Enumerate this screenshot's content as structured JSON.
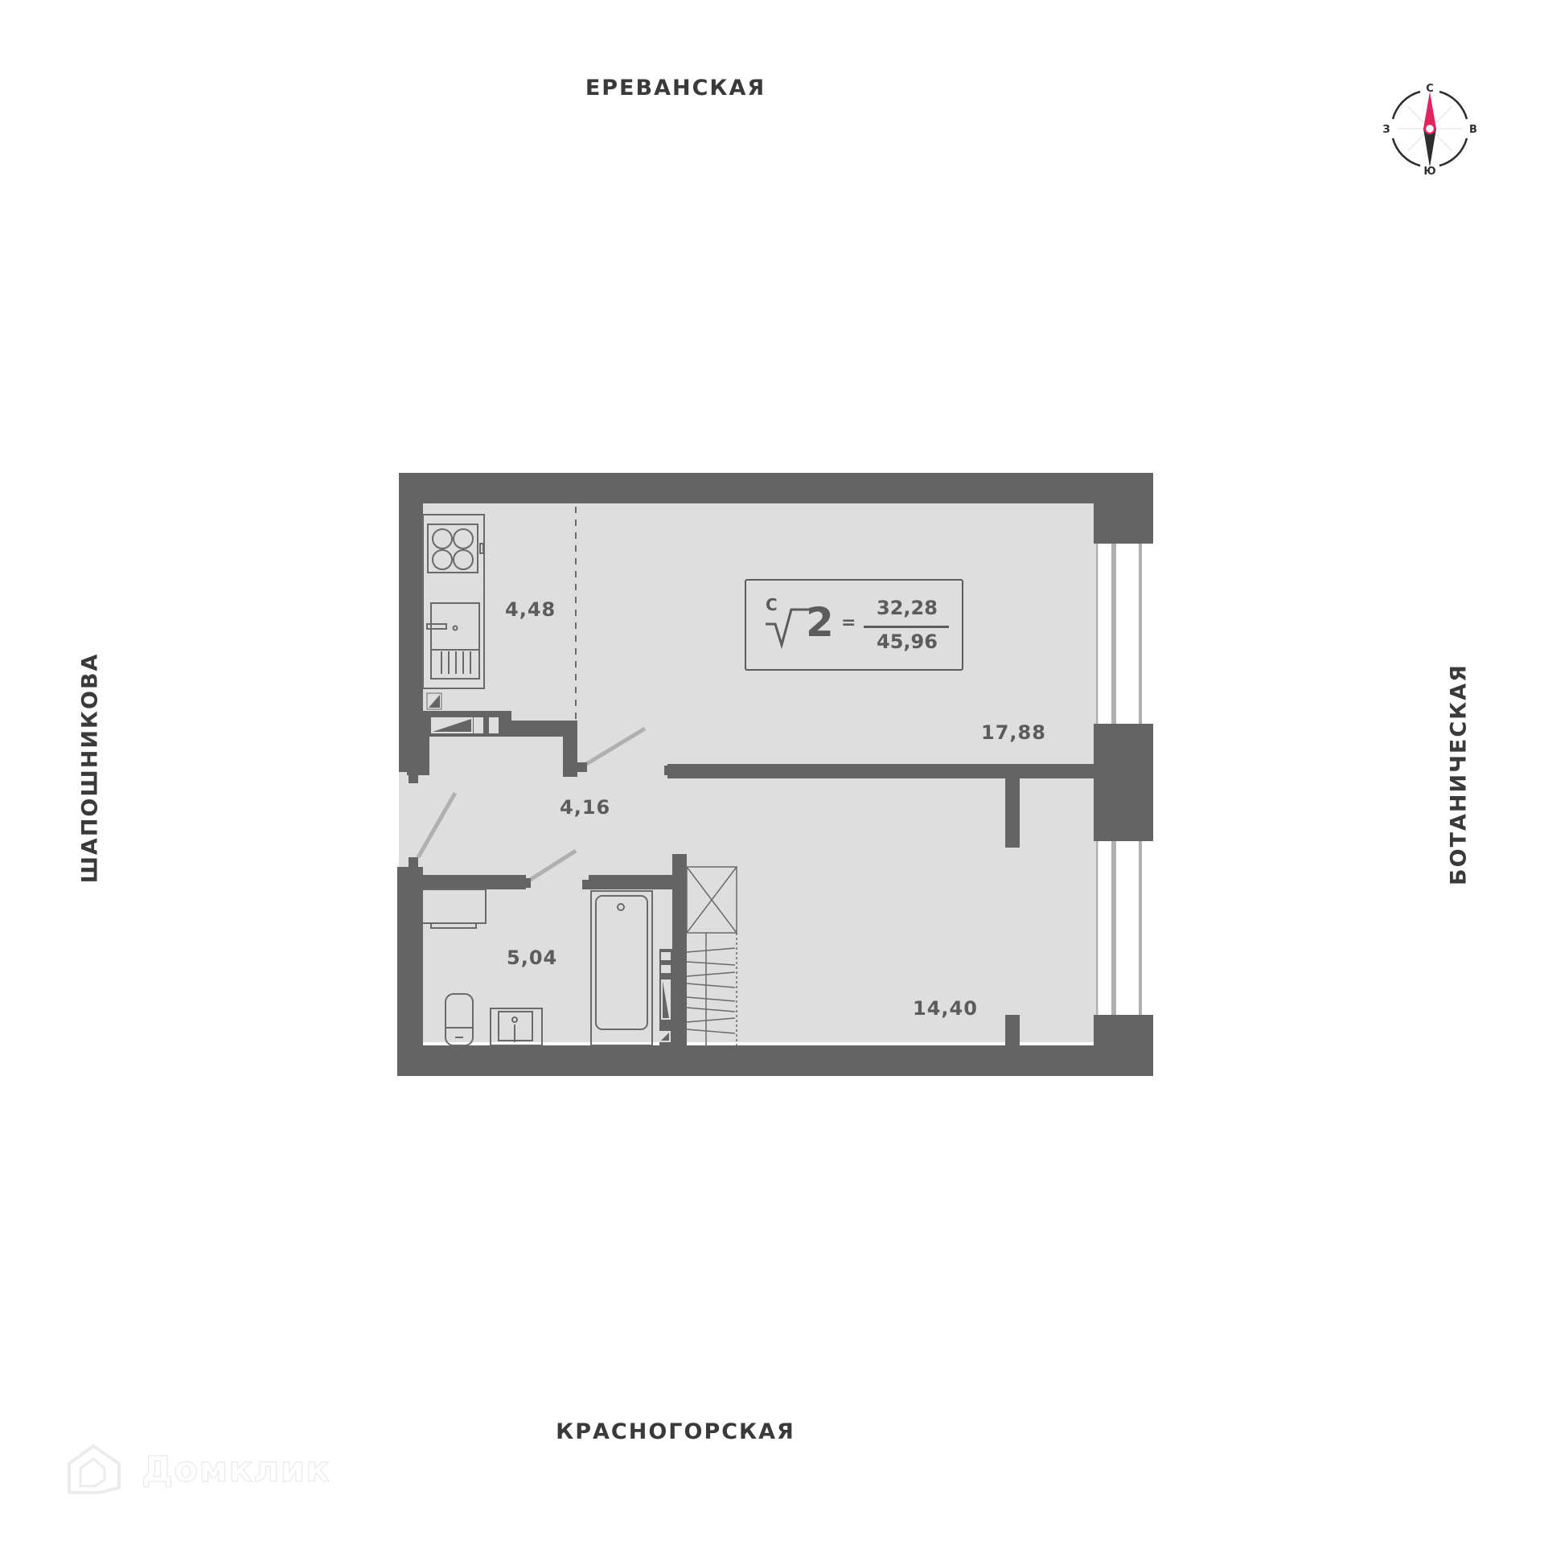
{
  "streets": {
    "north": "ЕРЕВАНСКАЯ",
    "south": "КРАСНОГОРСКАЯ",
    "west": "ШАПОШНИКОВА",
    "east": "БОТАНИЧЕСКАЯ"
  },
  "compass": {
    "north": "С",
    "south": "Ю",
    "west": "З",
    "east": "В",
    "needle_north_color": "#e0245e",
    "needle_south_color": "#2e2e2e"
  },
  "formula": {
    "superscript": "С",
    "rooms": "2",
    "equals": "=",
    "living_area": "32,28",
    "total_area": "45,96"
  },
  "rooms": [
    {
      "name": "kitchen",
      "area": "4,48"
    },
    {
      "name": "living-room",
      "area": "17,88"
    },
    {
      "name": "hallway",
      "area": "4,16"
    },
    {
      "name": "bathroom",
      "area": "5,04"
    },
    {
      "name": "bedroom",
      "area": "14,40"
    }
  ],
  "colors": {
    "wall": "#646464",
    "floor": "#dedede",
    "door": "#b0b0b0",
    "fixture_line": "#6a6a6a"
  },
  "watermark": {
    "text": "Домклик"
  }
}
